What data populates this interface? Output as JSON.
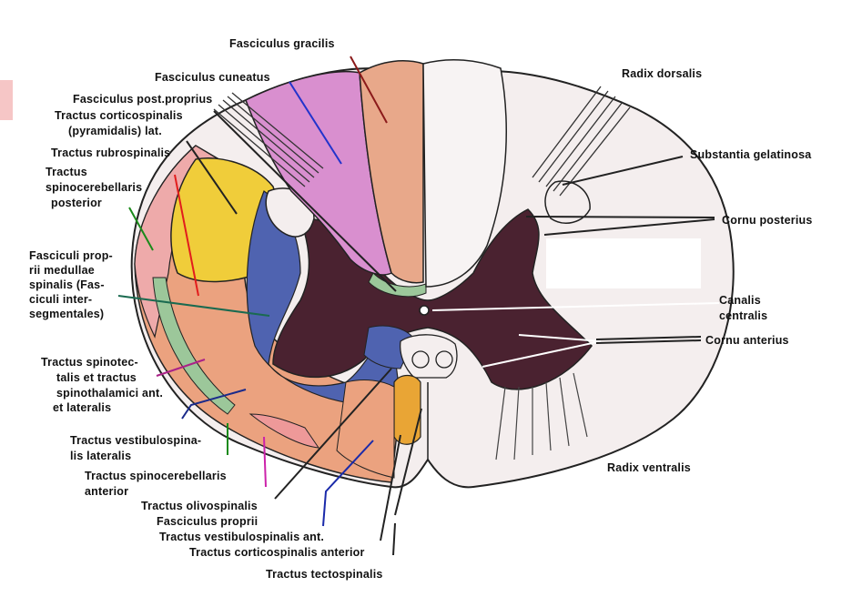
{
  "labels": {
    "fasciculus_gracilis": "Fasciculus gracilis",
    "fasciculus_cuneatus": "Fasciculus cuneatus",
    "fasciculus_post_proprius": "Fasciculus post.proprius",
    "tractus_corticospinalis_lat_1": "Tractus  corticospinalis",
    "tractus_corticospinalis_lat_2": "(pyramidalis)  lat.",
    "tractus_rubrospinalis": "Tractus rubrospinalis",
    "tractus_spinocerebellaris_post_1": "Tractus",
    "tractus_spinocerebellaris_post_2": "spinocerebellaris",
    "tractus_spinocerebellaris_post_3": "posterior",
    "fasciculi_proprii_1": "Fasciculi prop-",
    "fasciculi_proprii_2": "rii  medullae",
    "fasciculi_proprii_3": "spinalis (Fas-",
    "fasciculi_proprii_4": "ciculi  inter-",
    "fasciculi_proprii_5": "segmentales)",
    "tractus_spinotectalis_1": "Tractus spinotec-",
    "tractus_spinotectalis_2": "talis et tractus",
    "tractus_spinotectalis_3": "spinothalamici ant.",
    "tractus_spinotectalis_4": "et lateralis",
    "tractus_vestibulospinalis_lat_1": "Tractus vestibulospina-",
    "tractus_vestibulospinalis_lat_2": "lis lateralis",
    "tractus_spinocerebellaris_ant_1": "Tractus  spinocerebellaris",
    "tractus_spinocerebellaris_ant_2": "anterior",
    "tractus_olivospinalis": "Tractus olivospinalis",
    "fasciculus_proprii": "Fasciculus proprii",
    "tractus_vestibulospinalis_ant": "Tractus vestibulospinalis ant.",
    "tractus_corticospinalis_anterior": "Tractus corticospinalis anterior",
    "tractus_tectospinalis": "Tractus tectospinalis",
    "radix_dorsalis": "Radix dorsalis",
    "substantia_gelatinosa": "Substantia gelatinosa",
    "cornu_posterius": "Cornu posterius",
    "canalis_centralis_1": "Canalis",
    "canalis_centralis_2": "centralis",
    "cornu_anterius": "Cornu anterius",
    "radix_ventralis": "Radix ventralis"
  },
  "colors": {
    "gracilis": "#e8a88a",
    "cuneatus": "#d98fcf",
    "grey_matter": "#4a2230",
    "white_matter": "#f4eeee",
    "corticospinal_lat": "#f0cd3a",
    "blue_tract": "#4f63b0",
    "salmon": "#eba27f",
    "pink": "#eeaaaa",
    "green_band": "#9cc79a",
    "outline": "#222222"
  }
}
